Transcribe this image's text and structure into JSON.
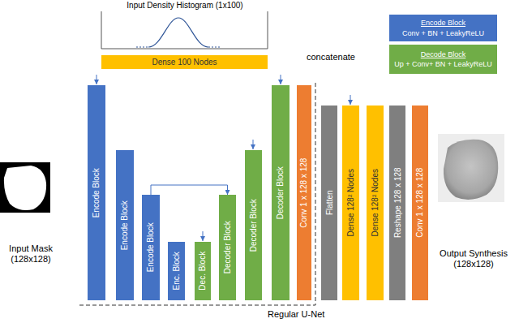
{
  "diagram": {
    "nodes": [
      {
        "text": [
          "Encode Block",
          "Conv + BN + LeakyReLU"
        ]
      },
      {
        "text": [
          "Decode Block",
          "Up + Conv+ BN + LeakyReLU"
        ]
      },
      {
        "text": [
          "Dense 100 Nodes"
        ]
      },
      {
        "text": [
          "Encode Block"
        ]
      },
      {
        "text": [
          "Encode Block"
        ]
      },
      {
        "text": [
          "Encode Block"
        ]
      },
      {
        "text": [
          "Enc. Block"
        ]
      },
      {
        "text": [
          "Dec. Block"
        ]
      },
      {
        "text": [
          "Decoder Block"
        ]
      },
      {
        "text": [
          "Decoder Block"
        ]
      },
      {
        "text": [
          "Decoder Block"
        ]
      },
      {
        "text": [
          "Conv 1 x 128 x 128"
        ]
      },
      {
        "text": [
          "Flatten"
        ]
      },
      {
        "text": [
          "Dense 128² Nodes"
        ]
      },
      {
        "text": [
          "Dense 128² Nodes"
        ]
      },
      {
        "text": [
          "Reshape 128 x 128"
        ]
      },
      {
        "text": [
          "Conv 1 x 128 x 128"
        ]
      }
    ],
    "edges": [
      {
        "from": 5,
        "to": 8,
        "arrow": "to"
      }
    ],
    "labels": [
      "Input Density Histogram (1x100)",
      "concatenate",
      "Input Mask (128x128)",
      "Output Synthesis (128x128)",
      "Regular U-Net"
    ]
  }
}
